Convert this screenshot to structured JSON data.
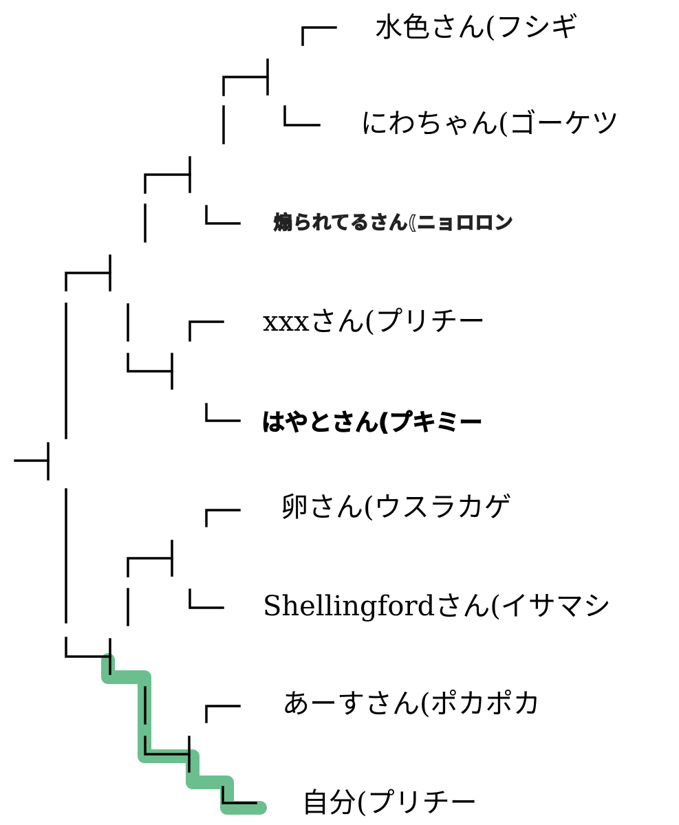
{
  "bracket": {
    "line_color": "#000000",
    "highlight_color": "#6bbf8e",
    "entrants": [
      {
        "name": "水色さん(フシギ"
      },
      {
        "name": "にわちゃん(ゴーケツ"
      },
      {
        "name": "煽られてるさん(ニョロロン"
      },
      {
        "name": "xxxさん(プリチー"
      },
      {
        "name": "はやとさん(プキミー"
      },
      {
        "name": "卵さん(ウスラカゲ"
      },
      {
        "name": "Shellingfordさん(イサマシ"
      },
      {
        "name": "あーすさん(ポカポカ"
      },
      {
        "name": "自分(プリチー"
      }
    ]
  }
}
